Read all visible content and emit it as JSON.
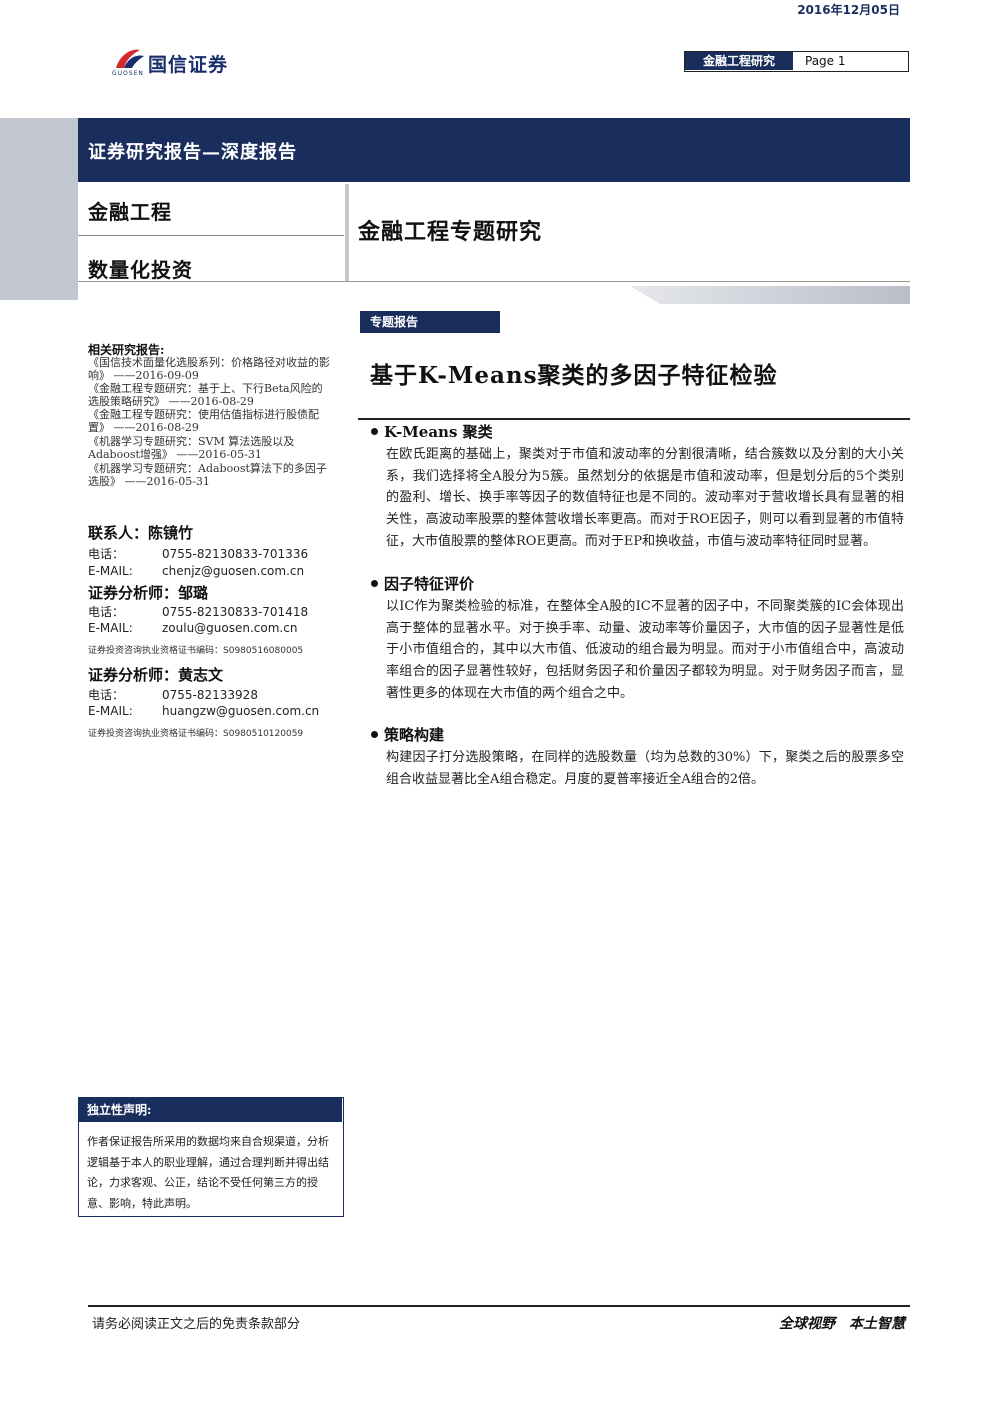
{
  "logo": {
    "name_cn": "国信证券",
    "name_en": "GUOSEN"
  },
  "header": {
    "tag": "金融工程研究",
    "page": "Page 1"
  },
  "band": {
    "title": "证券研究报告—深度报告"
  },
  "sidebar": {
    "category": "金融工程",
    "subcategory": "数量化投资"
  },
  "report_series": "金融工程专题研究",
  "date": "2016年12月05日",
  "topic_tag": "专题报告",
  "main_title": "基于K-Means聚类的多因子特征检验",
  "sections": [
    {
      "heading": "K-Means 聚类",
      "body": "在欧氏距离的基础上，聚类对于市值和波动率的分割很清晰，结合簇数以及分割的大小关系，我们选择将全A股分为5簇。虽然划分的依据是市值和波动率，但是划分后的5个类别的盈利、增长、换手率等因子的数值特征也是不同的。波动率对于营收增长具有显著的相关性，高波动率股票的整体营收增长率更高。而对于ROE因子，则可以看到显著的市值特征，大市值股票的整体ROE更高。而对于EP和换收益，市值与波动率特征同时显著。"
    },
    {
      "heading": "因子特征评价",
      "body": "以IC作为聚类检验的标准，在整体全A股的IC不显著的因子中，不同聚类簇的IC会体现出高于整体的显著水平。对于换手率、动量、波动率等价量因子，大市值的因子显著性是低于小市值组合的，其中以大市值、低波动的组合最为明显。而对于小市值组合中，高波动率组合的因子显著性较好，包括财务因子和价量因子都较为明显。对于财务因子而言，显著性更多的体现在大市值的两个组合之中。"
    },
    {
      "heading": "策略构建",
      "body": "构建因子打分选股策略，在同样的选股数量（均为总数的30%）下，聚类之后的股票多空组合收益显著比全A组合稳定。月度的夏普率接近全A组合的2倍。"
    }
  ],
  "related": {
    "heading": "相关研究报告:",
    "items": [
      "《国信技术面量化选股系列：价格路径对收益的影响》 ——2016-09-09",
      "《金融工程专题研究：基于上、下行Beta风险的选股策略研究》 ——2016-08-29",
      "《金融工程专题研究：使用估值指标进行股债配置》 ——2016-08-29",
      "《机器学习专题研究：SVM 算法选股以及Adaboost增强》 ——2016-05-31",
      "《机器学习专题研究：Adaboost算法下的多因子选股》 ——2016-05-31"
    ]
  },
  "contacts": [
    {
      "role_name": "联系人：陈镜竹",
      "phone_label": "电话：",
      "phone": "0755-82130833-701336",
      "email_label": "E-MAIL:",
      "email": "chenjz@guosen.com.cn",
      "cert": ""
    },
    {
      "role_name": "证券分析师：邹璐",
      "phone_label": "电话：",
      "phone": "0755-82130833-701418",
      "email_label": "E-MAIL:",
      "email": "zoulu@guosen.com.cn",
      "cert": "证券投资咨询执业资格证书编码：S0980516080005"
    },
    {
      "role_name": "证券分析师：黄志文",
      "phone_label": "电话：",
      "phone": "0755-82133928",
      "email_label": "E-MAIL:",
      "email": "huangzw@guosen.com.cn",
      "cert": "证券投资咨询执业资格证书编码：S0980510120059"
    }
  ],
  "independence": {
    "heading": "独立性声明:",
    "text": "作者保证报告所采用的数据均来自合规渠道，分析逻辑基于本人的职业理解，通过合理判断并得出结论，力求客观、公正，结论不受任何第三方的授意、影响，特此声明。"
  },
  "footer": {
    "left": "请务必阅读正文之后的免责条款部分",
    "right": "全球视野　本土智慧"
  },
  "colors": {
    "navy": "#1a2e5e",
    "gray": "#c2c6ce",
    "logo_red": "#d7282f"
  }
}
